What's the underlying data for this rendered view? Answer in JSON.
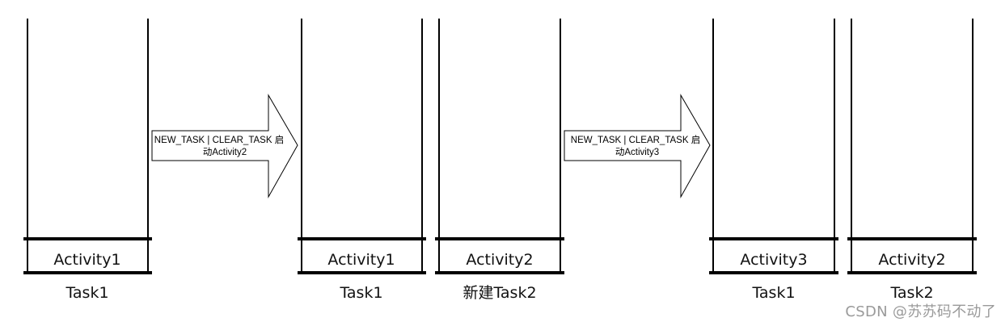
{
  "stacks": [
    {
      "activity": "Activity1",
      "task": "Task1"
    },
    {
      "activity": "Activity1",
      "task": "Task1"
    },
    {
      "activity": "Activity2",
      "task": "新建Task2"
    },
    {
      "activity": "Activity3",
      "task": "Task1"
    },
    {
      "activity": "Activity2",
      "task": "Task2"
    }
  ],
  "arrows": [
    {
      "line1": "NEW_TASK | CLEAR_TASK 启",
      "line2": "动Activity2"
    },
    {
      "line1": "NEW_TASK | CLEAR_TASK 启",
      "line2": "动Activity3"
    }
  ],
  "watermark": "CSDN @苏苏码不动了"
}
